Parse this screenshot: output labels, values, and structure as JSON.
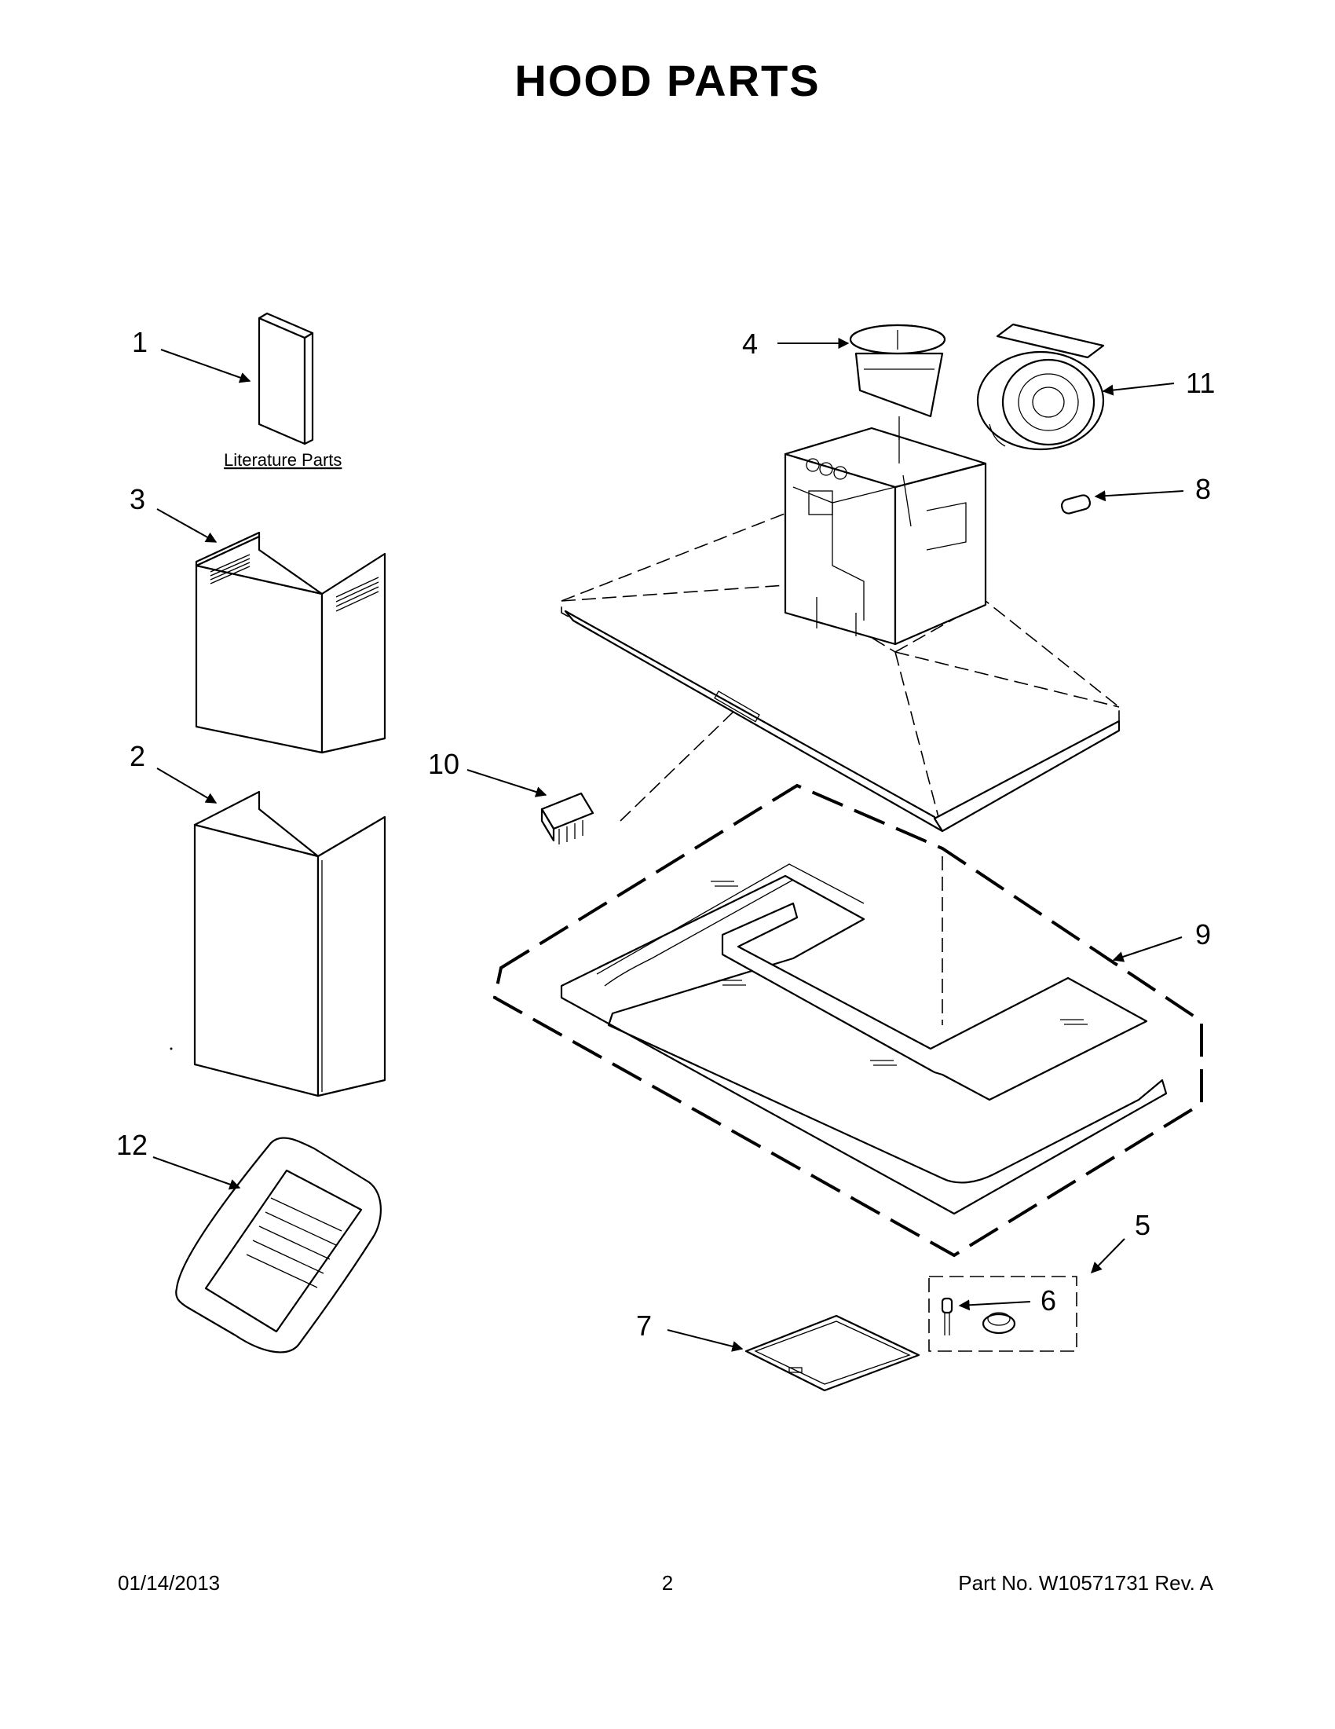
{
  "title": "HOOD PARTS",
  "literature_label": "Literature Parts",
  "callouts": {
    "c1": "1",
    "c2": "2",
    "c3": "3",
    "c4": "4",
    "c5": "5",
    "c6": "6",
    "c7": "7",
    "c8": "8",
    "c9": "9",
    "c10": "10",
    "c11": "11",
    "c12": "12"
  },
  "footer": {
    "date": "01/14/2013",
    "page": "2",
    "part": "Part No.  W10571731  Rev.  A"
  }
}
